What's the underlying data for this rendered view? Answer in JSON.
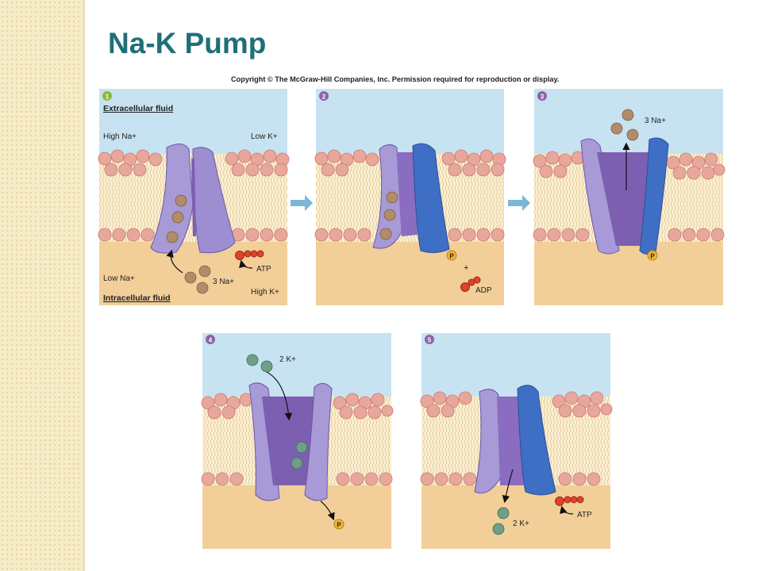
{
  "slide": {
    "title": "Na-K Pump"
  },
  "figure": {
    "copyright": "Copyright © The McGraw-Hill Companies, Inc. Permission required for reproduction or display.",
    "colors": {
      "extracellular": "#c7e3f2",
      "intracellular": "#f2cf99",
      "lipid_head": "#e8a79c",
      "pump_light": "#a79ad6",
      "pump_dark": "#7c5fb0",
      "pump_blue": "#3f6fc4",
      "sodium": "#b08c6a",
      "potassium": "#6f9f86",
      "phosphate": "#f2b630",
      "atp": "#e0422c",
      "step_badge_1": "#8cb83c",
      "step_badge": "#8a64a8",
      "arrow": "#7ab6d8"
    },
    "panels": [
      {
        "step": "1",
        "labels": {
          "extracellular": "Extracellular fluid",
          "intracellular": "Intracellular fluid",
          "high_na": "High Na+",
          "low_k": "Low K+",
          "low_na": "Low Na+",
          "high_k": "High K+",
          "na_count": "3 Na+",
          "atp": "ATP"
        }
      },
      {
        "step": "2",
        "labels": {
          "plus": "+",
          "adp": "ADP",
          "phosphate": "P"
        }
      },
      {
        "step": "3",
        "labels": {
          "na_count": "3 Na+",
          "phosphate": "P"
        }
      },
      {
        "step": "4",
        "labels": {
          "k_count": "2 K+",
          "phosphate": "P"
        }
      },
      {
        "step": "5",
        "labels": {
          "k_count": "2 K+",
          "atp": "ATP"
        }
      }
    ]
  }
}
